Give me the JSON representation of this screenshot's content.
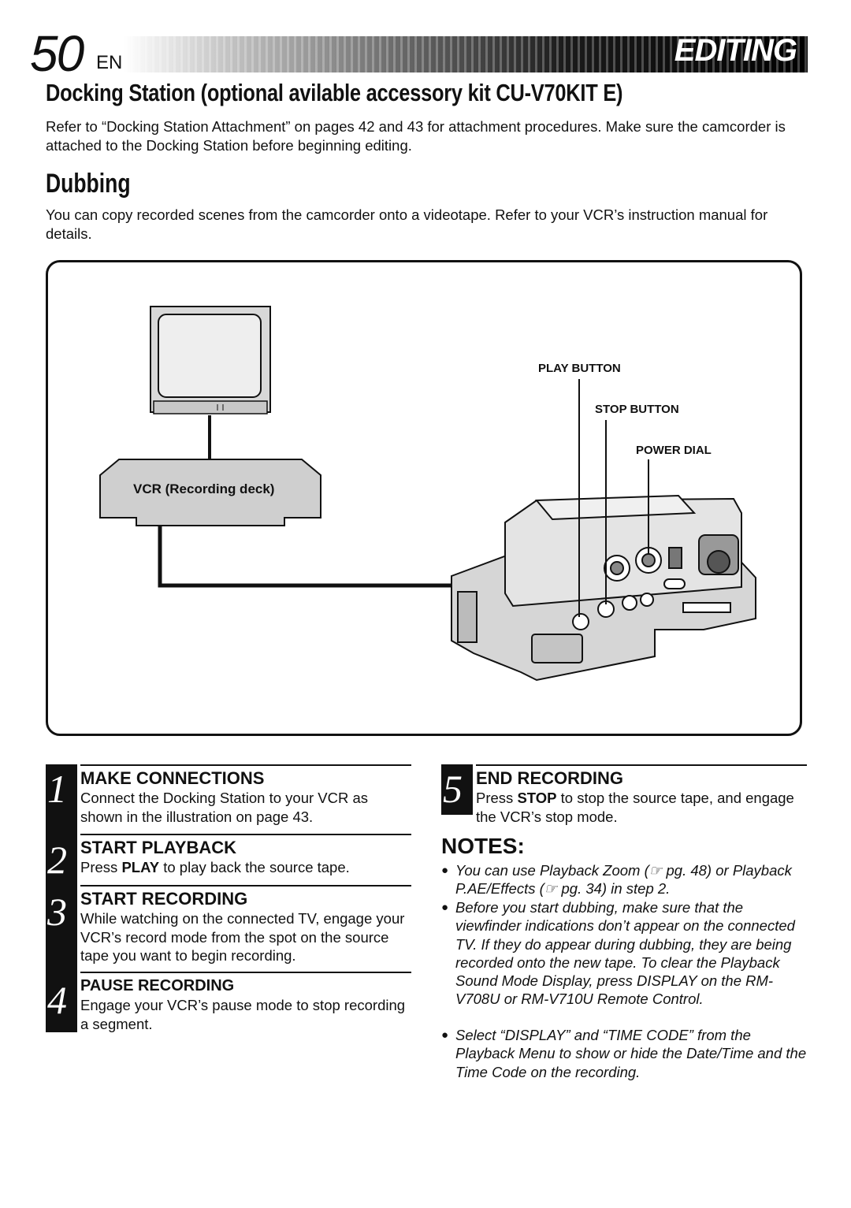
{
  "header": {
    "page_number": "50",
    "lang": "EN",
    "section": "EDITING"
  },
  "title": "Docking Station (optional avilable accessory kit CU-V70KIT E)",
  "intro": "Refer to “Docking Station Attachment” on pages 42 and 43 for attachment procedures. Make sure the camcorder is attached to the Docking Station before beginning editing.",
  "subtitle": "Dubbing",
  "subintro": "You can copy recorded scenes from the camcorder onto a videotape. Refer to your VCR’s instruction manual for details.",
  "illustration": {
    "vcr_label": "VCR (Recording deck)",
    "play_button": "PLAY BUTTON",
    "stop_button": "STOP BUTTON",
    "power_dial": "POWER DIAL"
  },
  "steps": [
    {
      "num": "1",
      "title": "MAKE CONNECTIONS",
      "body": "Connect the Docking Station to your VCR as shown in the illustration on page 43."
    },
    {
      "num": "2",
      "title": "START PLAYBACK",
      "body_pre": "Press ",
      "body_bold": "PLAY",
      "body_post": " to play back the source tape."
    },
    {
      "num": "3",
      "title": "START RECORDING",
      "body": "While watching on the connected TV, engage your VCR’s record mode from the spot on the source tape you want to begin recording."
    },
    {
      "num": "4",
      "title": "PAUSE RECORDING",
      "body": "Engage your VCR’s pause mode to stop recording a segment."
    },
    {
      "num": "5",
      "title": "END RECORDING",
      "body_pre": "Press ",
      "body_bold": "STOP",
      "body_post": " to stop the source tape, and engage the VCR’s stop mode."
    }
  ],
  "notes": {
    "heading": "NOTES:",
    "items": [
      "You can use Playback Zoom (☞ pg. 48) or Playback P.AE/Effects (☞ pg. 34) in step 2.",
      "Before you start dubbing, make sure that the viewfinder indications don’t appear on the connected TV. If they do appear during dubbing, they are being recorded onto the new tape. To clear the Playback Sound Mode Display, press DISPLAY on the RM-V708U or RM-V710U Remote Control.",
      "Select “DISPLAY” and “TIME CODE” from the Playback Menu to show or hide the Date/Time and the Time Code on the recording."
    ]
  }
}
